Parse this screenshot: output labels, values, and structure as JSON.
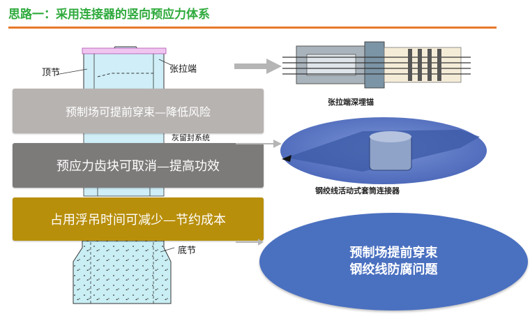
{
  "slide": {
    "title": "思路一：采用连接器的竖向预应力体系"
  },
  "drawing": {
    "label_top": "顶节",
    "label_tension": "张拉端",
    "label_system": "灰留封系统",
    "label_bottom": "底节"
  },
  "banners": [
    {
      "text": "预制场可提前穿束—降低风险"
    },
    {
      "text": "预应力齿块可取消—提高功效"
    },
    {
      "text": "占用浮吊时间可减少—节约成本"
    }
  ],
  "captions": {
    "anchor": "张拉端深埋锚",
    "connector": "钢绞线活动式套筒连接器"
  },
  "callout": {
    "line1": "预制场提前穿束",
    "line2": "钢绞线防腐问题"
  },
  "colors": {
    "title": "#2eaa3c",
    "rule": "#e8782a",
    "banner1": "#b7b3b1",
    "banner2": "#7d7b7a",
    "banner3": "#b88f0b",
    "callout": "#4a70c0"
  }
}
